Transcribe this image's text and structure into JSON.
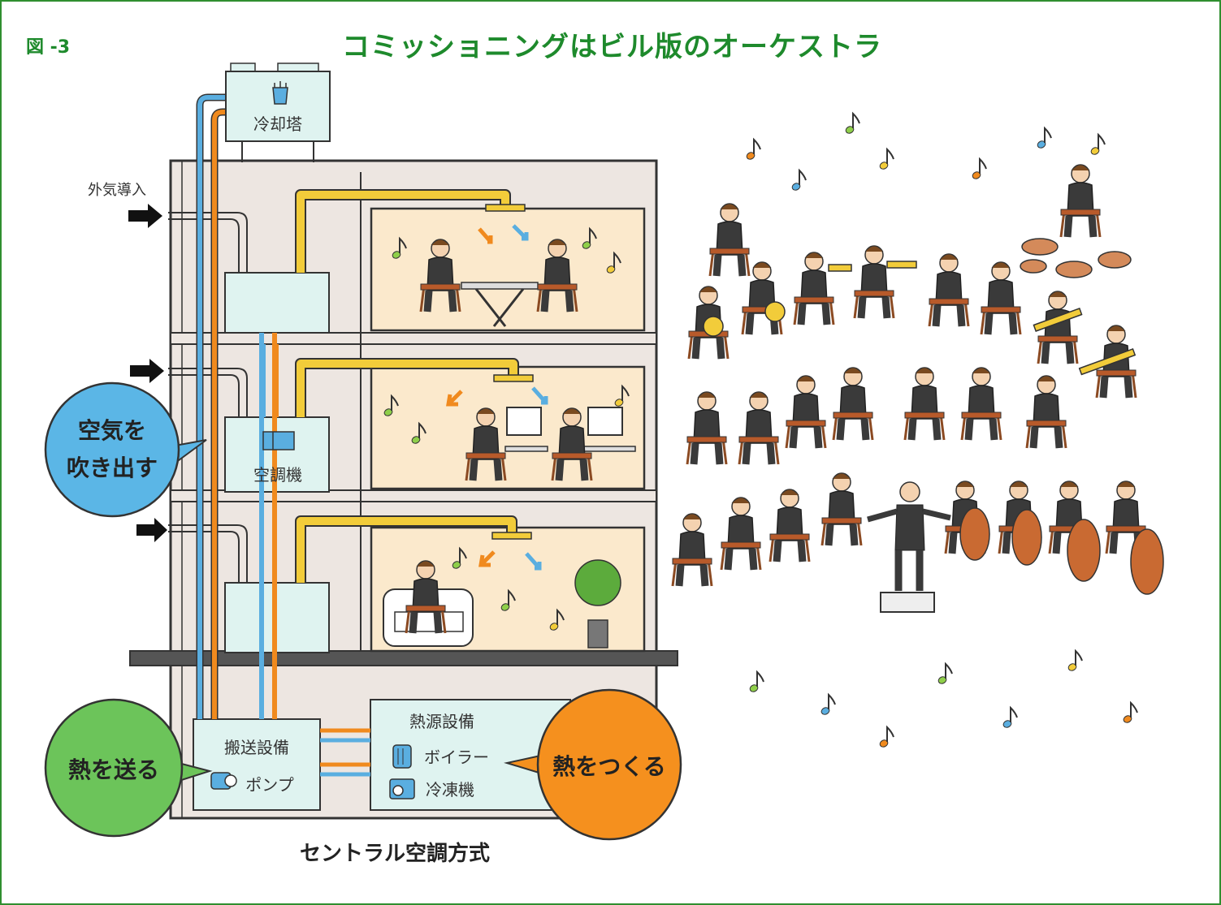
{
  "figure_label": "図 -3",
  "title": "コミッショニングはビル版のオーケストラ",
  "building": {
    "cooling_tower": "冷却塔",
    "outside_air": "外気導入",
    "ahu": "空調機",
    "transport": "搬送設備",
    "pump": "ポンプ",
    "heat_source": "熱源設備",
    "boiler": "ボイラー",
    "chiller": "冷凍機"
  },
  "bubbles": {
    "blow_air_line1": "空気を",
    "blow_air_line2": "吹き出す",
    "send_heat": "熱を送る",
    "make_heat": "熱をつくる"
  },
  "caption": "セントラル空調方式",
  "colors": {
    "frame": "#2f8f2f",
    "title": "#1e8a2c",
    "duct_yellow": "#f2cc3a",
    "pipe_blue": "#5aaee0",
    "pipe_orange": "#f08a1e",
    "room_fill": "#fbe9cc",
    "equipment_fill": "#dff3f0",
    "building_fill": "#ede6e1",
    "bubble_blue": "#5bb6e6",
    "bubble_green": "#6cc45a",
    "bubble_orange": "#f5901e"
  },
  "icons": [
    "cooling-tower-icon",
    "ahu-icon",
    "pump-icon",
    "boiler-icon",
    "chiller-icon",
    "arrow-icon",
    "music-note-icon",
    "orchestra-illustration",
    "conductor-illustration",
    "plant-icon",
    "monitor-icon"
  ]
}
